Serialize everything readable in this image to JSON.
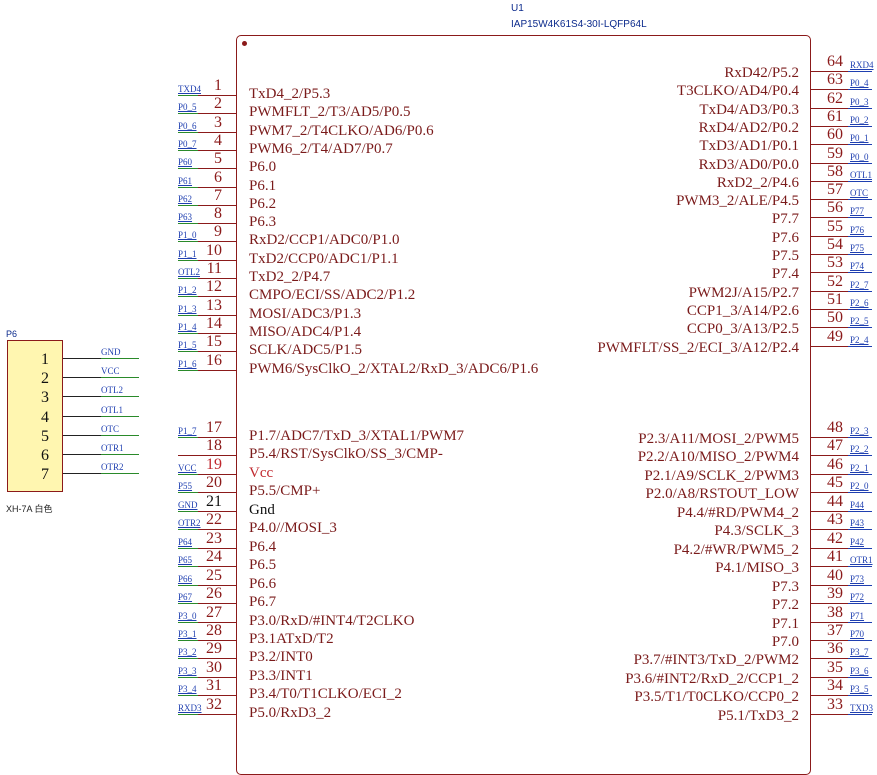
{
  "component": {
    "designator": "U1",
    "part": "IAP15W4K61S4-30I-LQFP64L"
  },
  "connector": {
    "designator": "P6",
    "part": "XH-7A 白色",
    "pins": [
      {
        "num": "1",
        "net": "GND"
      },
      {
        "num": "2",
        "net": "VCC"
      },
      {
        "num": "3",
        "net": "OTL2"
      },
      {
        "num": "4",
        "net": "OTL1"
      },
      {
        "num": "5",
        "net": "OTC"
      },
      {
        "num": "6",
        "net": "OTR1"
      },
      {
        "num": "7",
        "net": "OTR2"
      }
    ]
  },
  "left_pins": [
    {
      "num": "1",
      "net": "TXD4",
      "label": "TxD4_2/P5.3"
    },
    {
      "num": "2",
      "net": "P0_5",
      "label": "PWMFLT_2/T3/AD5/P0.5"
    },
    {
      "num": "3",
      "net": "P0_6",
      "label": "PWM7_2/T4CLKO/AD6/P0.6"
    },
    {
      "num": "4",
      "net": "P0_7",
      "label": "PWM6_2/T4/AD7/P0.7"
    },
    {
      "num": "5",
      "net": "P60",
      "label": "P6.0"
    },
    {
      "num": "6",
      "net": "P61",
      "label": "P6.1"
    },
    {
      "num": "7",
      "net": "P62",
      "label": "P6.2"
    },
    {
      "num": "8",
      "net": "P63",
      "label": "P6.3"
    },
    {
      "num": "9",
      "net": "P1_0",
      "label": "RxD2/CCP1/ADC0/P1.0"
    },
    {
      "num": "10",
      "net": "P1_1",
      "label": "TxD2/CCP0/ADC1/P1.1"
    },
    {
      "num": "11",
      "net": "OTL2",
      "label": "TxD2_2/P4.7"
    },
    {
      "num": "12",
      "net": "P1_2",
      "label": "CMPO/ECI/SS/ADC2/P1.2"
    },
    {
      "num": "13",
      "net": "P1_3",
      "label": "MOSI/ADC3/P1.3"
    },
    {
      "num": "14",
      "net": "P1_4",
      "label": "MISO/ADC4/P1.4"
    },
    {
      "num": "15",
      "net": "P1_5",
      "label": "SCLK/ADC5/P1.5"
    },
    {
      "num": "16",
      "net": "P1_6",
      "label": "PWM6/SysClkO_2/XTAL2/RxD_3/ADC6/P1.6"
    },
    {
      "num": "17",
      "net": "P1_7",
      "label": "P1.7/ADC7/TxD_3/XTAL1/PWM7"
    },
    {
      "num": "18",
      "net": "",
      "label": "P5.4/RST/SysClkO/SS_3/CMP-"
    },
    {
      "num": "19",
      "net": "VCC",
      "label": "Vcc"
    },
    {
      "num": "20",
      "net": "P55",
      "label": "P5.5/CMP+"
    },
    {
      "num": "21",
      "net": "GND",
      "label": "Gnd"
    },
    {
      "num": "22",
      "net": "OTR2",
      "label": "P4.0//MOSI_3"
    },
    {
      "num": "23",
      "net": "P64",
      "label": "P6.4"
    },
    {
      "num": "24",
      "net": "P65",
      "label": "P6.5"
    },
    {
      "num": "25",
      "net": "P66",
      "label": "P6.6"
    },
    {
      "num": "26",
      "net": "P67",
      "label": "P6.7"
    },
    {
      "num": "27",
      "net": "P3_0",
      "label": "P3.0/RxD/#INT4/T2CLKO"
    },
    {
      "num": "28",
      "net": "P3_1",
      "label": "P3.1ATxD/T2"
    },
    {
      "num": "29",
      "net": "P3_2",
      "label": "P3.2/INT0"
    },
    {
      "num": "30",
      "net": "P3_3",
      "label": "P3.3/INT1"
    },
    {
      "num": "31",
      "net": "P3_4",
      "label": "P3.4/T0/T1CLKO/ECI_2"
    },
    {
      "num": "32",
      "net": "RXD3",
      "label": "P5.0/RxD3_2"
    }
  ],
  "right_pins": [
    {
      "num": "64",
      "net": "RXD4",
      "label": "RxD42/P5.2"
    },
    {
      "num": "63",
      "net": "P0_4",
      "label": "T3CLKO/AD4/P0.4"
    },
    {
      "num": "62",
      "net": "P0_3",
      "label": "TxD4/AD3/P0.3"
    },
    {
      "num": "61",
      "net": "P0_2",
      "label": "RxD4/AD2/P0.2"
    },
    {
      "num": "60",
      "net": "P0_1",
      "label": "TxD3/AD1/P0.1"
    },
    {
      "num": "59",
      "net": "P0_0",
      "label": "RxD3/AD0/P0.0"
    },
    {
      "num": "58",
      "net": "OTL1",
      "label": "RxD2_2/P4.6"
    },
    {
      "num": "57",
      "net": "OTC",
      "label": "PWM3_2/ALE/P4.5"
    },
    {
      "num": "56",
      "net": "P77",
      "label": "P7.7"
    },
    {
      "num": "55",
      "net": "P76",
      "label": "P7.6"
    },
    {
      "num": "54",
      "net": "P75",
      "label": "P7.5"
    },
    {
      "num": "53",
      "net": "P74",
      "label": "P7.4"
    },
    {
      "num": "52",
      "net": "P2_7",
      "label": "PWM2J/A15/P2.7"
    },
    {
      "num": "51",
      "net": "P2_6",
      "label": "CCP1_3/A14/P2.6"
    },
    {
      "num": "50",
      "net": "P2_5",
      "label": "CCP0_3/A13/P2.5"
    },
    {
      "num": "49",
      "net": "P2_4",
      "label": "PWMFLT/SS_2/ECI_3/A12/P2.4"
    },
    {
      "num": "48",
      "net": "P2_3",
      "label": "P2.3/A11/MOSI_2/PWM5"
    },
    {
      "num": "47",
      "net": "P2_2",
      "label": "P2.2/A10/MISO_2/PWM4"
    },
    {
      "num": "46",
      "net": "P2_1",
      "label": "P2.1/A9/SCLK_2/PWM3"
    },
    {
      "num": "45",
      "net": "P2_0",
      "label": "P2.0/A8/RSTOUT_LOW"
    },
    {
      "num": "44",
      "net": "P44",
      "label": "P4.4/#RD/PWM4_2"
    },
    {
      "num": "43",
      "net": "P43",
      "label": "P4.3/SCLK_3"
    },
    {
      "num": "42",
      "net": "P42",
      "label": "P4.2/#WR/PWM5_2"
    },
    {
      "num": "41",
      "net": "OTR1",
      "label": "P4.1/MISO_3"
    },
    {
      "num": "40",
      "net": "P73",
      "label": "P7.3"
    },
    {
      "num": "39",
      "net": "P72",
      "label": "P7.2"
    },
    {
      "num": "38",
      "net": "P71",
      "label": "P7.1"
    },
    {
      "num": "37",
      "net": "P70",
      "label": "P7.0"
    },
    {
      "num": "36",
      "net": "P3_7",
      "label": "P3.7/#INT3/TxD_2/PWM2"
    },
    {
      "num": "35",
      "net": "P3_6",
      "label": "P3.6/#INT2/RxD_2/CCP1_2"
    },
    {
      "num": "34",
      "net": "P3_5",
      "label": "P3.5/T1/T0CLKO/CCP0_2"
    },
    {
      "num": "33",
      "net": "TXD3",
      "label": "P5.1/TxD3_2"
    }
  ],
  "colors": {
    "body_outline": "#8b1a1a",
    "pin_label": "#7a1a1a",
    "net_label": "#1f3fb0",
    "wire": "#2a8a2a",
    "power_label": "#c0282e",
    "connector_fill": "#fff6b0"
  }
}
